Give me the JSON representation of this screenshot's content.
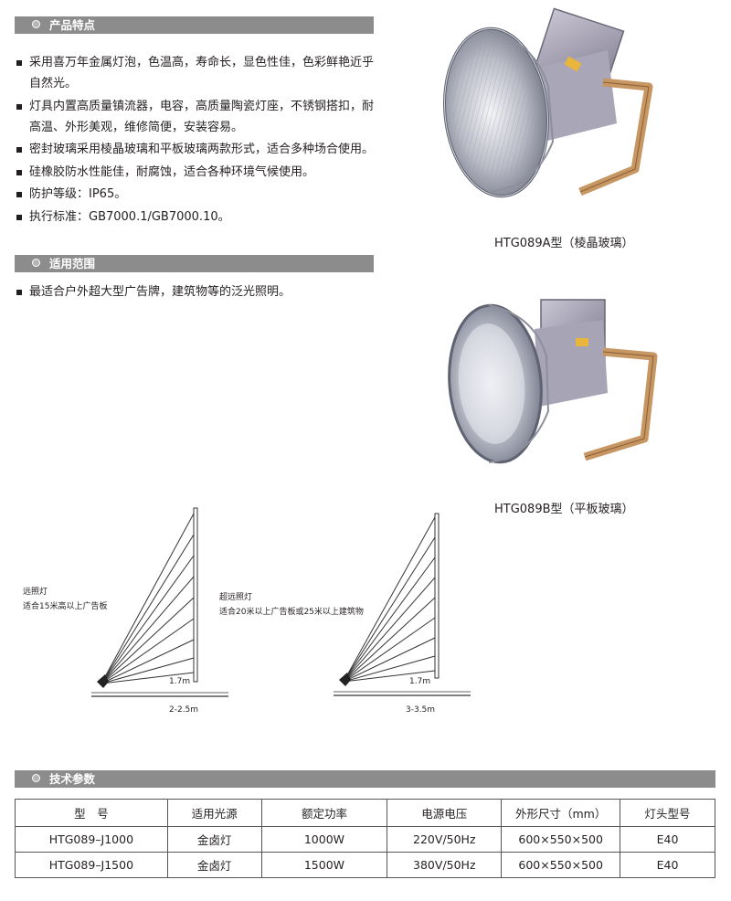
{
  "sections": {
    "features_title": "产品特点",
    "scope_title": "适用范围",
    "params_title": "技术参数"
  },
  "features": [
    "采用喜万年金属灯泡，色温高，寿命长，显色性佳，色彩鲜艳近乎自然光。",
    "灯具内置高质量镇流器，电容，高质量陶瓷灯座，不锈钢搭扣，耐高温、外形美观，维修简便，安装容易。",
    "密封玻璃采用棱晶玻璃和平板玻璃两款形式，适合多种场合使用。",
    "硅橡胶防水性能佳，耐腐蚀，适合各种环境气候使用。",
    "防护等级：IP65。",
    "执行标准：GB7000.1/GB7000.10。"
  ],
  "scope": [
    "最适合户外超大型广告牌，建筑物等的泛光照明。"
  ],
  "products": {
    "a_caption": "HTG089A型（棱晶玻璃）",
    "b_caption": "HTG089B型（平板玻璃）"
  },
  "diagrams": {
    "left": {
      "label1": "远照灯",
      "label2": "适合15米高以上广告板",
      "height_label": "1.7m",
      "distance_label": "2-2.5m"
    },
    "right": {
      "label1": "超远照灯",
      "label2": "适合20米以上广告板或25米以上建筑物",
      "height_label": "1.7m",
      "distance_label": "3-3.5m"
    }
  },
  "table": {
    "headers": [
      "型　号",
      "适用光源",
      "额定功率",
      "电源电压",
      "外形尺寸（mm）",
      "灯头型号"
    ],
    "rows": [
      [
        "HTG089–J1000",
        "金卤灯",
        "1000W",
        "220V/50Hz",
        "600×550×500",
        "E40"
      ],
      [
        "HTG089–J1500",
        "金卤灯",
        "1500W",
        "380V/50Hz",
        "600×550×500",
        "E40"
      ]
    ]
  }
}
